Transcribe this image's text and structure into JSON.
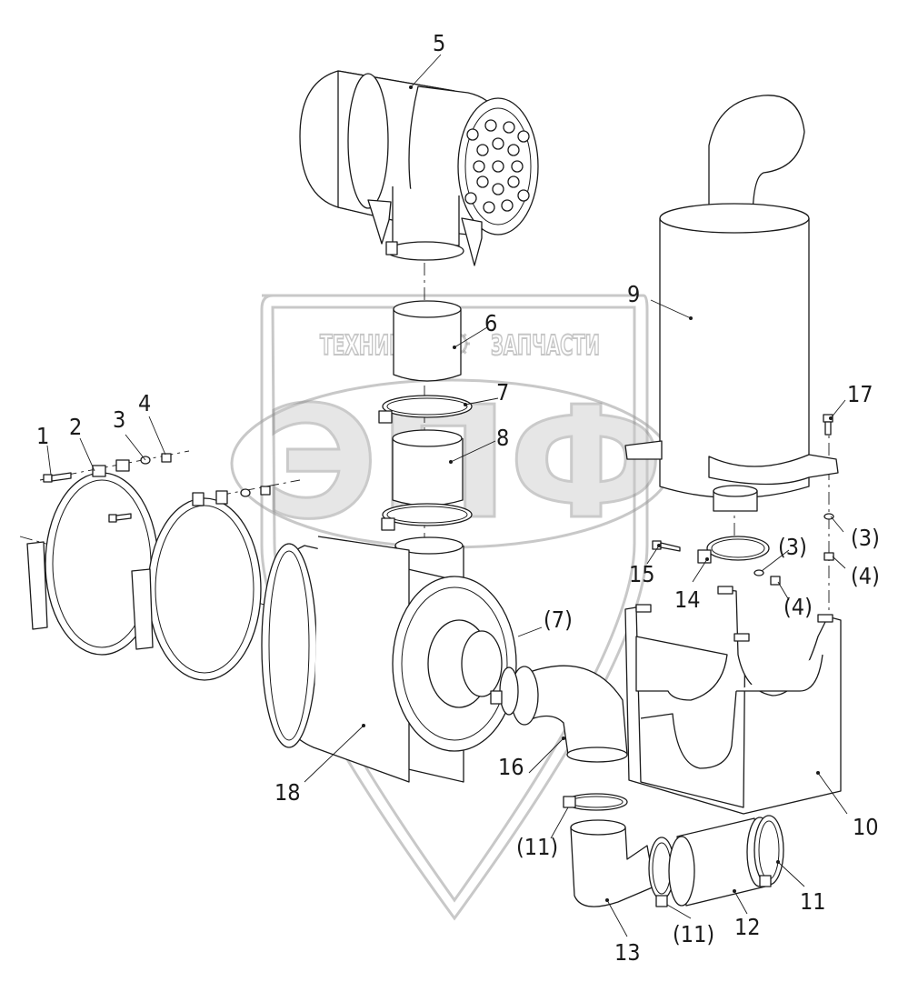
{
  "watermark": {
    "left_word": "ТЕХНИКА",
    "right_word": "ЗАПЧАСТИ",
    "big_letters": "ЭПФ"
  },
  "callouts": {
    "c1": "1",
    "c2": "2",
    "c3": "3",
    "c4": "4",
    "c5": "5",
    "c6": "6",
    "c7": "7",
    "c8": "8",
    "c9": "9",
    "c10": "10",
    "c11": "11",
    "c12": "12",
    "c13": "13",
    "c14": "14",
    "c15": "15",
    "c16": "16",
    "c17": "17",
    "c18": "18",
    "c3_ref_a": "(3)",
    "c3_ref_b": "(3)",
    "c4_ref_a": "(4)",
    "c4_ref_b": "(4)",
    "c7_ref": "(7)",
    "c11_ref_a": "(11)",
    "c11_ref_b": "(11)"
  }
}
